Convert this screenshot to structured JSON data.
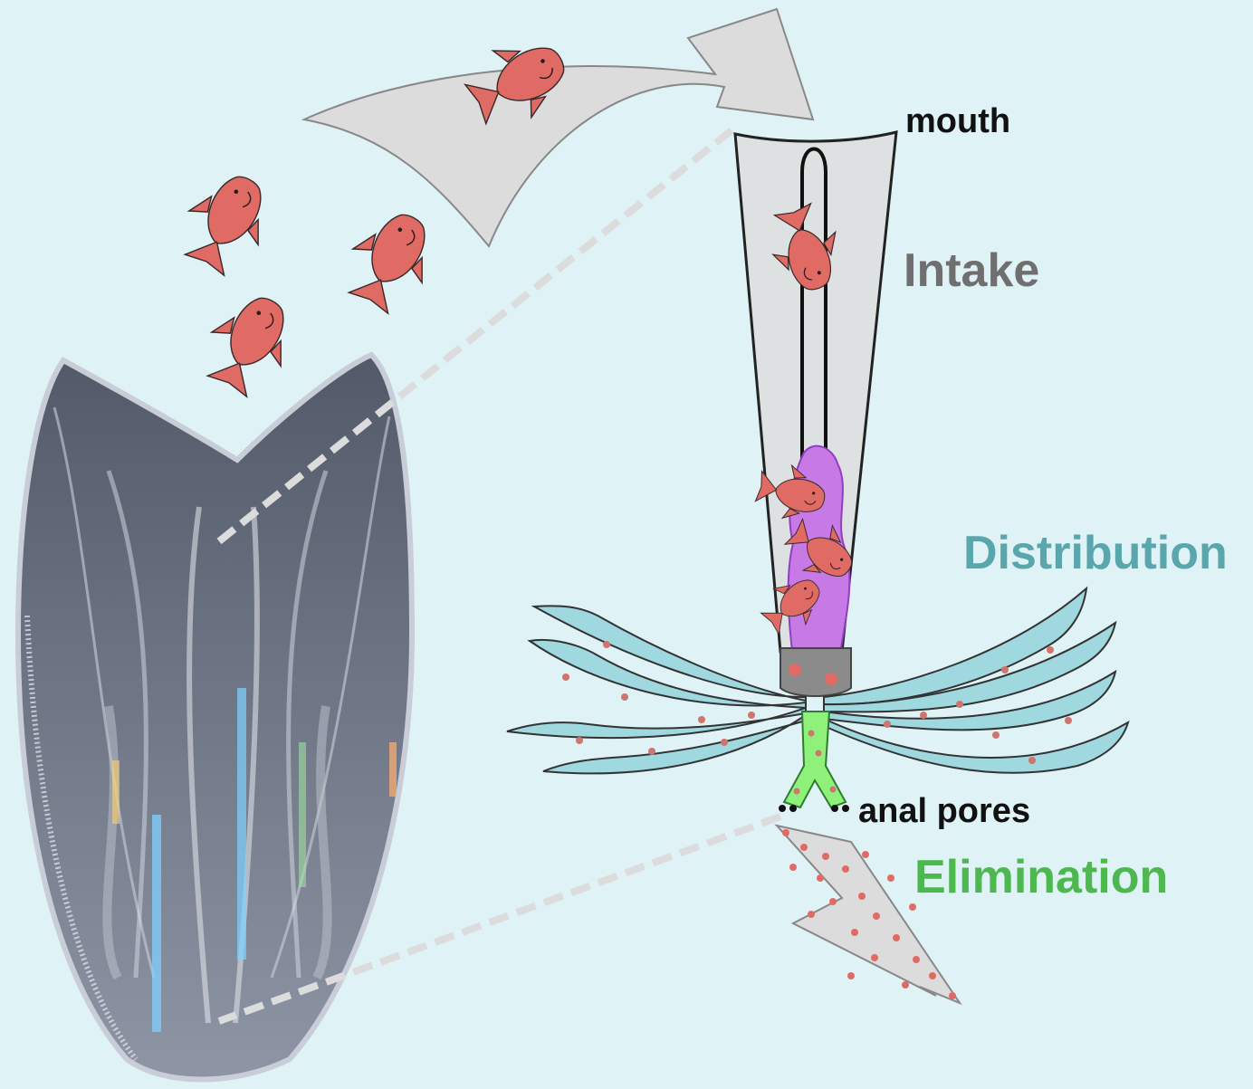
{
  "labels": {
    "mouth": "mouth",
    "intake": "Intake",
    "distribution": "Distribution",
    "anal_pores": "anal pores",
    "elimination": "Elimination"
  },
  "colors": {
    "background": "#dff2f6",
    "fish": "#e06b65",
    "intake": "#6f6f6f",
    "distribution": "#5aa6ad",
    "elimination": "#4cb84f",
    "canal": "#9fd8de",
    "digestion": "#c77ae6",
    "anal_canal": "#8ff07a",
    "arrow": "#dcdcdc"
  }
}
